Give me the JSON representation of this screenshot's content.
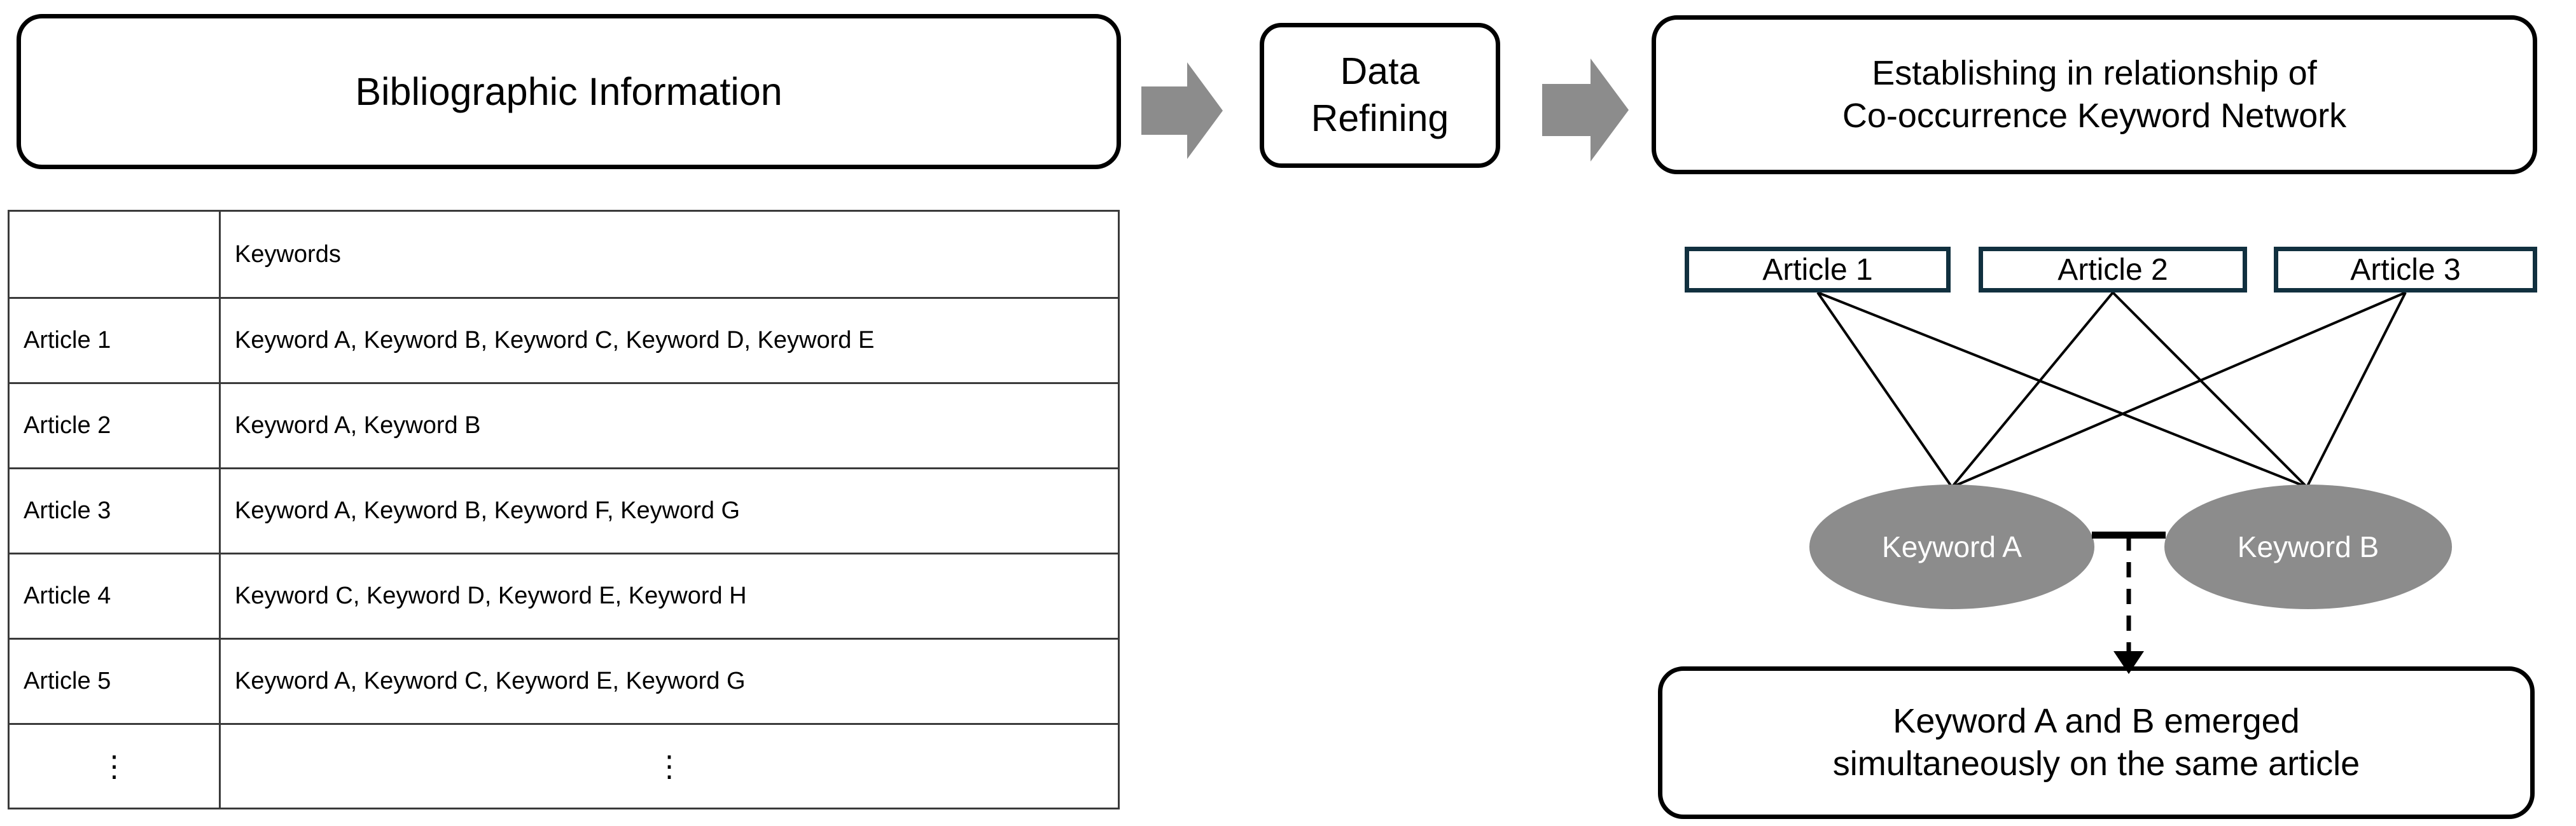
{
  "flow": {
    "source_label": "Bibliographic Information",
    "process_label_line1": "Data",
    "process_label_line2": "Refining",
    "result_label_line1": "Establishing in relationship of",
    "result_label_line2": "Co-occurrence Keyword Network",
    "arrow_color": "#8c8c8c",
    "arrow_1_name": "step-arrow-1",
    "arrow_2_name": "step-arrow-2"
  },
  "table": {
    "headers": [
      "",
      "Keywords"
    ],
    "rows": [
      {
        "article": "Article 1",
        "keywords": "Keyword A, Keyword B, Keyword C, Keyword D, Keyword E"
      },
      {
        "article": "Article 2",
        "keywords": "Keyword A, Keyword B"
      },
      {
        "article": "Article 3",
        "keywords": "Keyword A, Keyword B, Keyword F, Keyword G"
      },
      {
        "article": "Article 4",
        "keywords": "Keyword C, Keyword D, Keyword E, Keyword H"
      },
      {
        "article": "Article 5",
        "keywords": "Keyword A, Keyword C, Keyword E, Keyword G"
      }
    ],
    "ellipsis": "⋮",
    "border_color": "#3a3a3a"
  },
  "network": {
    "articles": [
      {
        "label": "Article 1"
      },
      {
        "label": "Article 2"
      },
      {
        "label": "Article 3"
      }
    ],
    "keywords": [
      {
        "label": "Keyword A"
      },
      {
        "label": "Keyword B"
      }
    ],
    "article_border_color": "#11303f",
    "keyword_fill_color": "#8c8c8c",
    "keyword_text_color": "#ffffff",
    "edge_color": "#000000",
    "conclusion_line1": "Keyword A and B emerged",
    "conclusion_line2": "simultaneously on the same article"
  }
}
